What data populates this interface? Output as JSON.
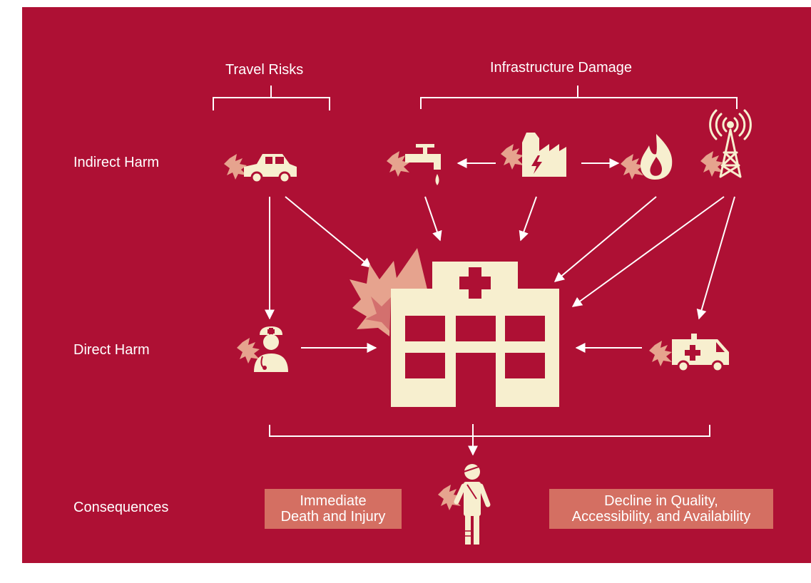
{
  "groups": {
    "travel_risks": "Travel Risks",
    "infrastructure_damage": "Infrastructure Damage"
  },
  "rows": {
    "indirect_harm": "Indirect Harm",
    "direct_harm": "Direct Harm",
    "consequences": "Consequences"
  },
  "outcomes": {
    "immediate": {
      "line1": "Immediate",
      "line2": "Death and Injury"
    },
    "decline": {
      "line1": "Decline in Quality,",
      "line2": "Accessibility, and Availability"
    }
  },
  "icons": [
    "car-icon",
    "water-tap-icon",
    "power-plant-icon",
    "gas-flame-icon",
    "radio-tower-icon",
    "hospital-icon",
    "health-worker-icon",
    "ambulance-icon",
    "injured-person-icon"
  ],
  "colors": {
    "background": "#ae1034",
    "icon": "#f7efcf",
    "accent": "#e6a38e",
    "outcome_box": "#d46f62",
    "text": "#ffffff"
  }
}
